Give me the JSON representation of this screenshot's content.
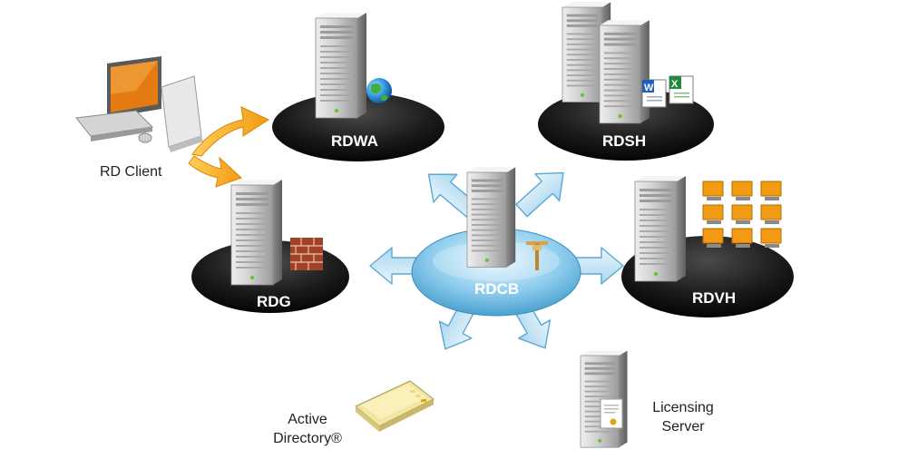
{
  "nodes": {
    "rd_client": "RD Client",
    "rdwa": "RDWA",
    "rdsh": "RDSH",
    "rdg": "RDG",
    "rdcb": "RDCB",
    "rdvh": "RDVH",
    "active_directory_line1": "Active",
    "active_directory_line2": "Directory®",
    "licensing_line1": "Licensing",
    "licensing_line2": "Server"
  },
  "colors": {
    "disk": "#1c1c1c",
    "hub": "#7fc4e8",
    "arrow": "#bfe0f2",
    "client_arrow": "#f2a71c",
    "server": "#c9c9c9"
  },
  "icons": [
    "globe-icon",
    "word-doc-icon",
    "excel-doc-icon",
    "brick-wall-icon",
    "virtual-desktops-icon",
    "certificate-icon",
    "address-book-icon",
    "tuning-fork-icon"
  ]
}
